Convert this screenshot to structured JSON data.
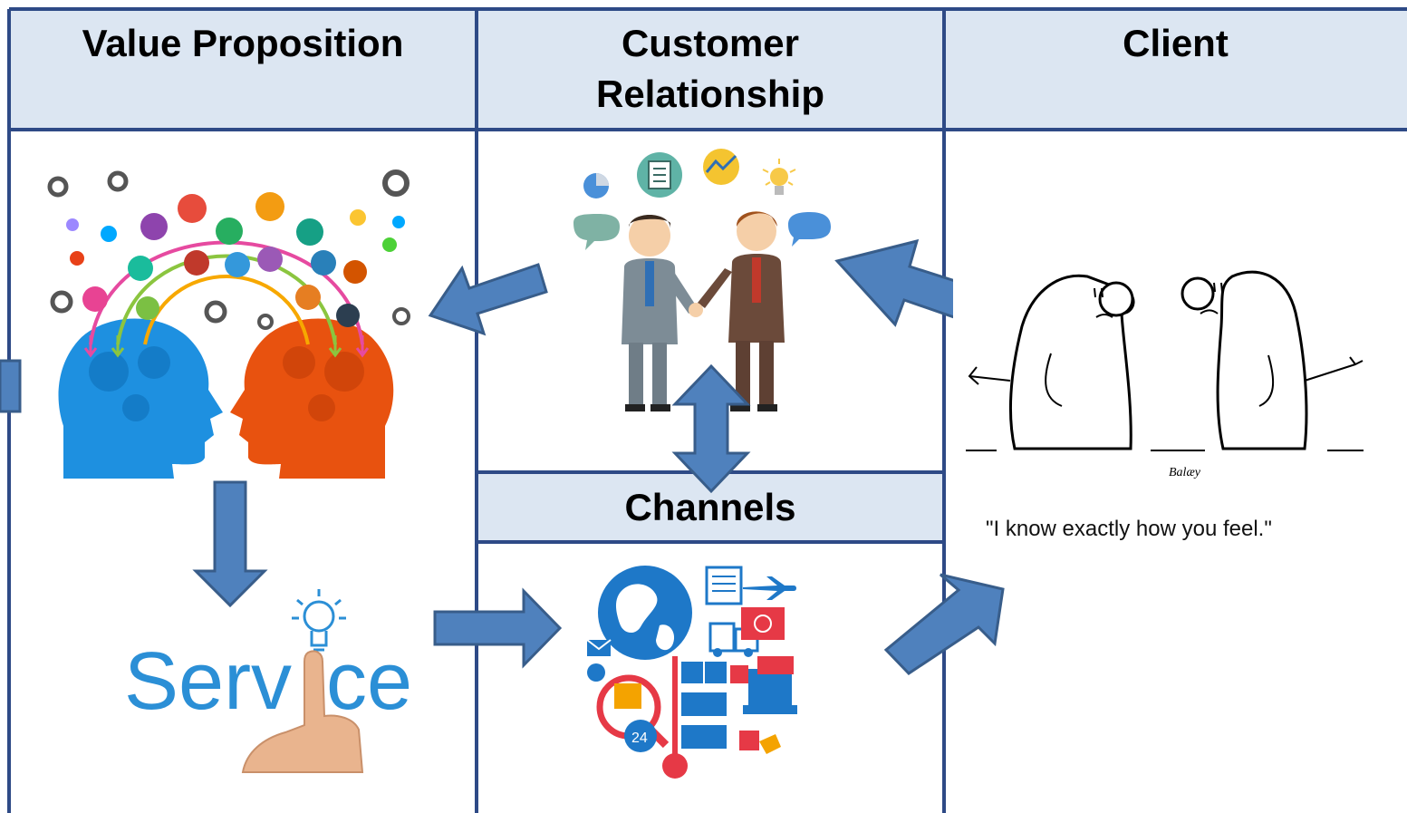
{
  "headers": {
    "value_proposition": "Value Proposition",
    "customer_relationship_line1": "Customer",
    "customer_relationship_line2": "Relationship",
    "client": "Client",
    "channels": "Channels"
  },
  "images": {
    "service_word_left": "Serv",
    "service_word_right": "ce",
    "cartoon_caption": "\"I know exactly how you feel.\"",
    "cartoon_signature": "Balæy",
    "channels_clock": "24"
  },
  "colors": {
    "header_fill": "#dce6f2",
    "border": "#2e4a86",
    "arrow_fill": "#4f81bd",
    "arrow_stroke": "#385d8a",
    "service_blue": "#2b8fd6"
  }
}
